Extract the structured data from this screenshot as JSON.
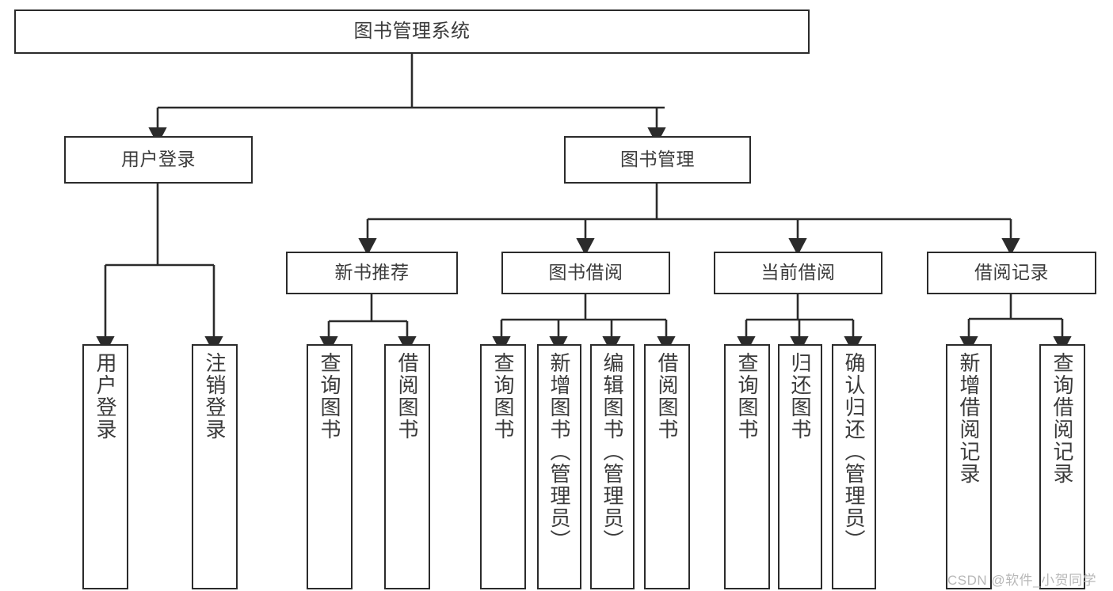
{
  "diagram": {
    "title": "图书管理系统",
    "type": "hierarchy-tree",
    "stroke_color": "#2b2b2b",
    "text_color": "#3b3b3b",
    "background_color": "#ffffff"
  },
  "nodes": {
    "root": {
      "label": "图书管理系统"
    },
    "level1": [
      {
        "id": "user-login",
        "label": "用户登录"
      },
      {
        "id": "book-management",
        "label": "图书管理"
      }
    ],
    "level2": [
      {
        "id": "new-book-recommend",
        "label": "新书推荐"
      },
      {
        "id": "book-borrow",
        "label": "图书借阅"
      },
      {
        "id": "current-borrow",
        "label": "当前借阅"
      },
      {
        "id": "borrow-record",
        "label": "借阅记录"
      }
    ],
    "leaves": [
      {
        "id": "leaf-user-login",
        "label": "用户登录"
      },
      {
        "id": "leaf-logout-login",
        "label": "注销登录"
      },
      {
        "id": "leaf-query-book-1",
        "label": "查询图书"
      },
      {
        "id": "leaf-borrow-book-1",
        "label": "借阅图书"
      },
      {
        "id": "leaf-query-book-2",
        "label": "查询图书"
      },
      {
        "id": "leaf-add-book",
        "label": "新增图书（管理员）"
      },
      {
        "id": "leaf-edit-book",
        "label": "编辑图书（管理员）"
      },
      {
        "id": "leaf-borrow-book-2",
        "label": "借阅图书"
      },
      {
        "id": "leaf-query-book-3",
        "label": "查询图书"
      },
      {
        "id": "leaf-return-book",
        "label": "归还图书"
      },
      {
        "id": "leaf-confirm-return",
        "label": "确认归还（管理员）"
      },
      {
        "id": "leaf-add-record",
        "label": "新增借阅记录"
      },
      {
        "id": "leaf-query-record",
        "label": "查询借阅记录"
      }
    ]
  },
  "watermark": {
    "text": "CSDN @软件_小贺同学"
  }
}
